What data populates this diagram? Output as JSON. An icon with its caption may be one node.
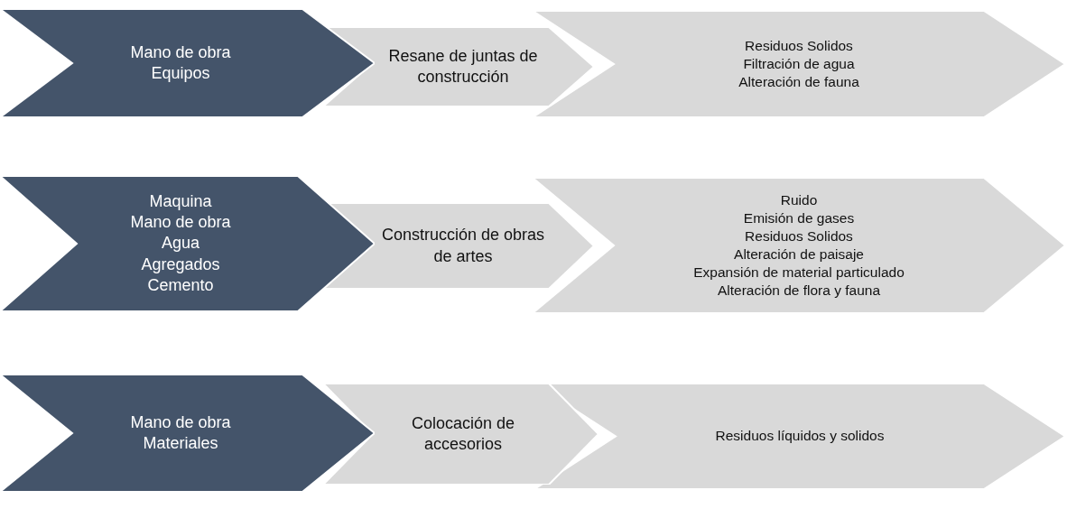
{
  "diagram": {
    "nodes": [
      {
        "text": [
          "Mano de obra",
          "Equipos"
        ]
      },
      {
        "text": [
          "Resane de juntas de construcción"
        ]
      },
      {
        "text": [
          "Residuos Solidos",
          "Filtración de agua",
          "Alteración de fauna"
        ]
      },
      {
        "text": [
          "Maquina",
          "Mano de obra",
          "Agua",
          "Agregados",
          "Cemento"
        ]
      },
      {
        "text": [
          "Construcción de obras de artes"
        ]
      },
      {
        "text": [
          "Ruido",
          "Emisión de gases",
          "Residuos Solidos",
          "Alteración de paisaje",
          "Expansión de material particulado",
          "Alteración de flora y fauna"
        ]
      },
      {
        "text": [
          "Mano de obra",
          "Materiales"
        ]
      },
      {
        "text": [
          "Colocación de accesorios"
        ]
      },
      {
        "text": [
          "Residuos líquidos y solidos"
        ]
      }
    ]
  }
}
